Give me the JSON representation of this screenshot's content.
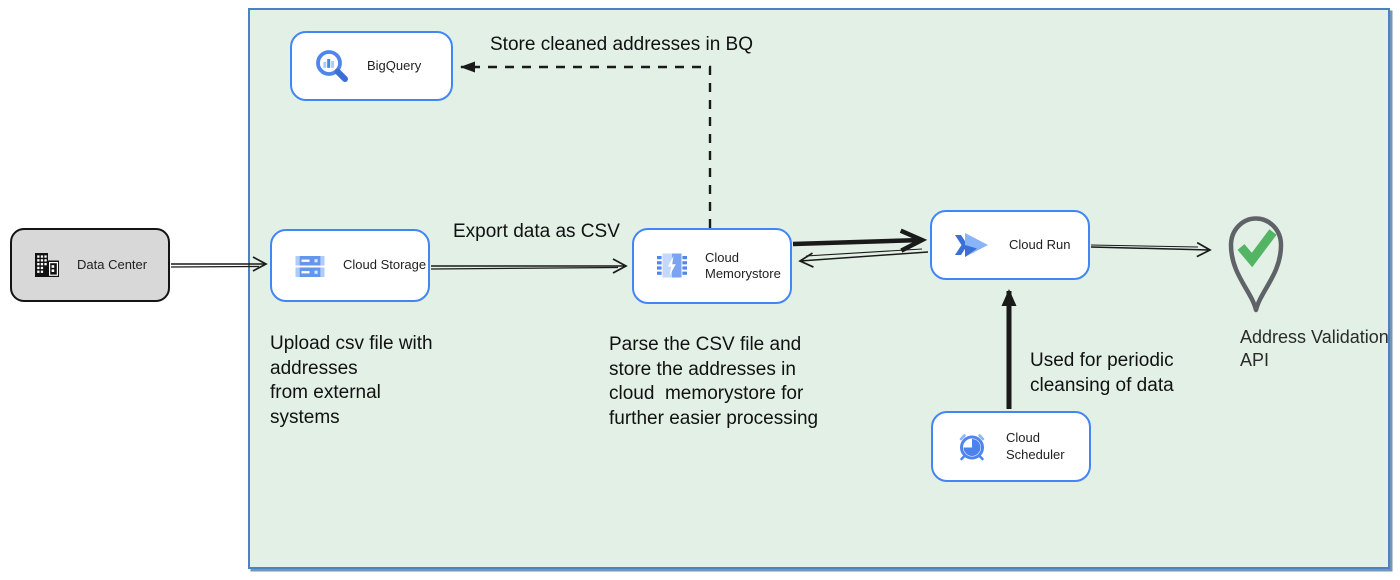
{
  "nodes": {
    "data_center": {
      "label": "Data Center"
    },
    "bigquery": {
      "label": "BigQuery"
    },
    "cloud_storage": {
      "label": "Cloud Storage"
    },
    "cloud_memorystore": {
      "label": "Cloud Memorystore"
    },
    "cloud_run": {
      "label": "Cloud Run"
    },
    "cloud_scheduler": {
      "label": "Cloud Scheduler"
    },
    "address_validation_api": {
      "label": "Address Validation API"
    }
  },
  "annotations": {
    "store_bq": "Store cleaned addresses in BQ",
    "export_csv": "Export data as CSV",
    "upload_csv": "Upload csv file with\naddresses\nfrom external\nsystems",
    "parse_csv": "Parse the CSV file and\nstore the addresses in\ncloud  memorystore for\nfurther easier processing",
    "periodic_cleansing": "Used for periodic\ncleansing of data"
  },
  "colors": {
    "container_fill": "#e2f0e6",
    "container_border": "#4a82c3",
    "node_border_blue": "#4285f4",
    "datacenter_fill": "#d8d8d8",
    "icon_blue": "#5086ec",
    "icon_blue_light": "#aecbfa",
    "icon_blue_dark": "#3a6fd8",
    "check_green": "#53b463",
    "pin_gray": "#5f6368",
    "arrow_black": "#1a1a1a"
  }
}
